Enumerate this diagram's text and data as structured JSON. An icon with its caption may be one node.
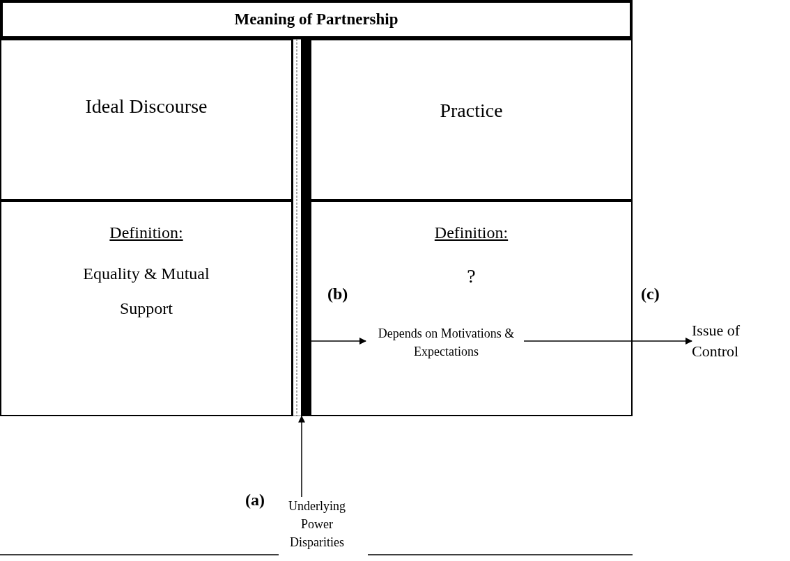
{
  "diagram": {
    "nodes": [
      {
        "text": [
          "Meaning of Partnership"
        ]
      },
      {
        "text": [
          "Ideal Discourse"
        ]
      },
      {
        "text": [
          "Practice"
        ]
      },
      {
        "text": [
          "Definition:",
          "Equality & Mutual Support"
        ]
      },
      {
        "text": [
          "Definition:",
          "?"
        ]
      },
      {
        "text": [
          "Depends on Motivations & Expectations"
        ],
        "in": 4
      },
      {
        "text": [],
        "shape": "bar"
      },
      {
        "text": [
          "Issue of Control"
        ]
      },
      {
        "text": [
          "Underlying Power Disparities"
        ]
      }
    ],
    "edges": [
      {
        "from": 8,
        "to": 6,
        "arrow": "to"
      },
      {
        "from": 6,
        "to": 5,
        "arrow": "to"
      },
      {
        "from": 5,
        "to": 7,
        "arrow": "to"
      }
    ],
    "labels": [
      "(a)",
      "(b)",
      "(c)"
    ]
  }
}
